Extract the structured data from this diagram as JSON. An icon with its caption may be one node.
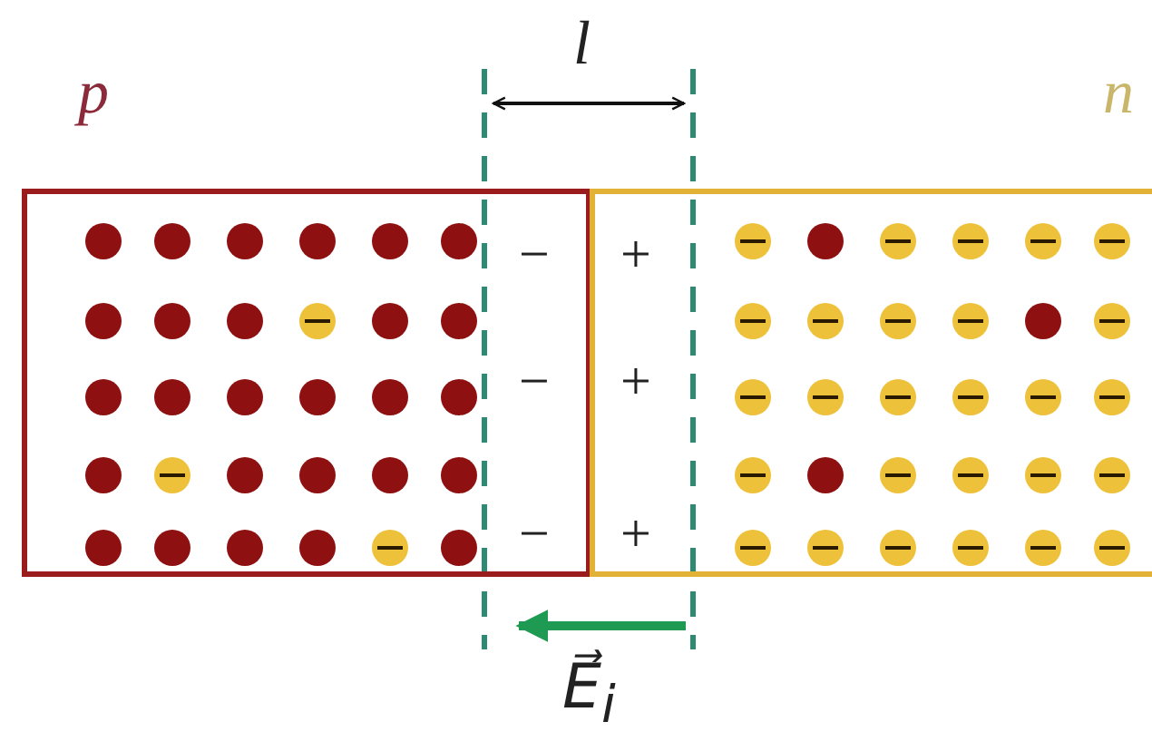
{
  "diagram": {
    "nodes": [
      {
        "text": [
          "p"
        ]
      },
      {
        "text": [
          "n"
        ]
      }
    ],
    "labels": [
      "l",
      "−",
      "+",
      "−",
      "+",
      "−",
      "+",
      "E⃗$_{i}$"
    ]
  }
}
